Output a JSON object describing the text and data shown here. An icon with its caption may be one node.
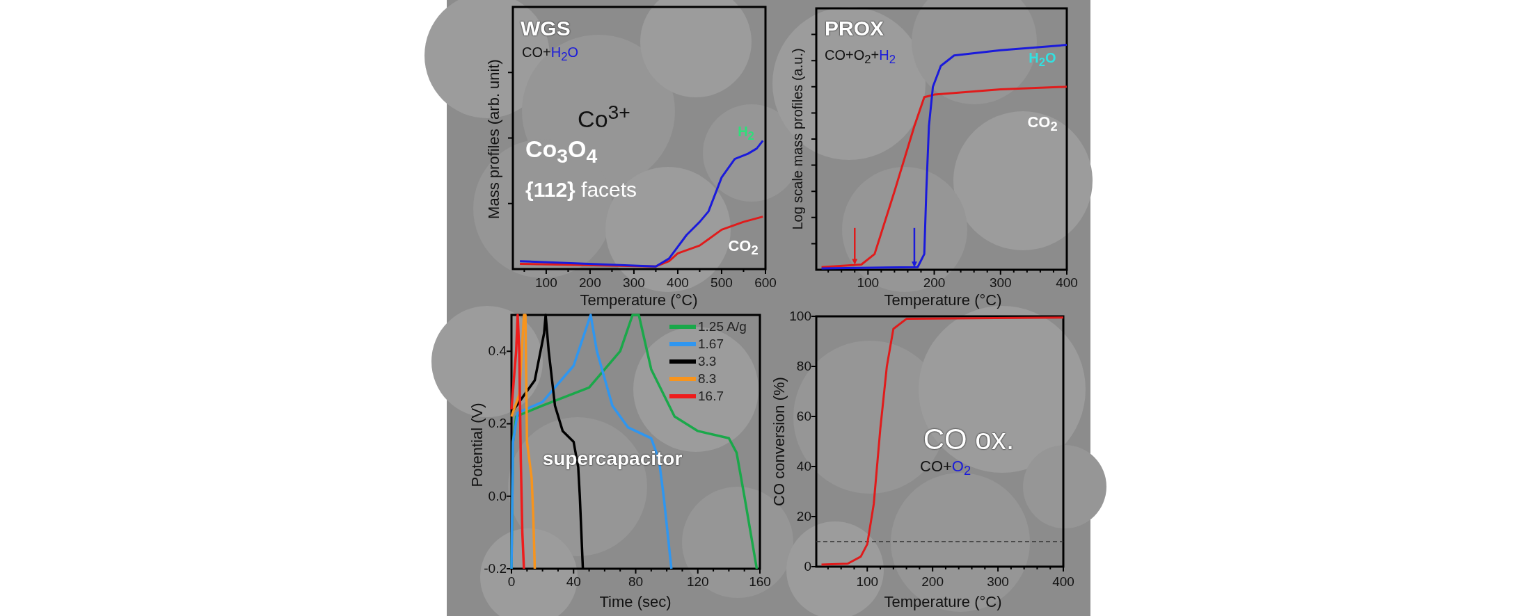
{
  "diagram": {
    "labels": [
      "WGS",
      "CO+H$_{2}$O",
      "Co$^{3+}$",
      "Co$_{3}$O$_{4}$",
      "**{112}** facets",
      "H$_{2}$",
      "CO$_{2}$",
      "Mass profiles (arb. unit)",
      "100",
      "200",
      "300",
      "400",
      "500",
      "600",
      "Temperature (°C)",
      "PROX",
      "CO+O$_{2}$+H$_{2}$",
      "H$_{2}$O",
      "CO$_{2}$",
      "Log scale mass profiles (a.u.)",
      "100",
      "200",
      "300",
      "400",
      "Temperature (°C)",
      "0.4",
      "0.2",
      "0.0",
      "-0.2",
      "Potential (V)",
      "supercapacitor",
      "0",
      "40",
      "80",
      "120",
      "160",
      "Time (sec)",
      "100",
      "80",
      "60",
      "40",
      "20",
      "0",
      "CO conversion (%)",
      "CO ox.",
      "CO+O$_{2}$",
      "100",
      "200",
      "300",
      "400",
      "Temperature (°C)"
    ],
    "legend": [
      {
        "text": "1.25 A/g",
        "color": "#1aa84a"
      },
      {
        "text": "1.67",
        "color": "#2f96f0"
      },
      {
        "text": "3.3",
        "color": "#000000"
      },
      {
        "text": "8.3",
        "color": "#f7941d"
      },
      {
        "text": "16.7",
        "color": "#ee1c1c"
      }
    ]
  }
}
